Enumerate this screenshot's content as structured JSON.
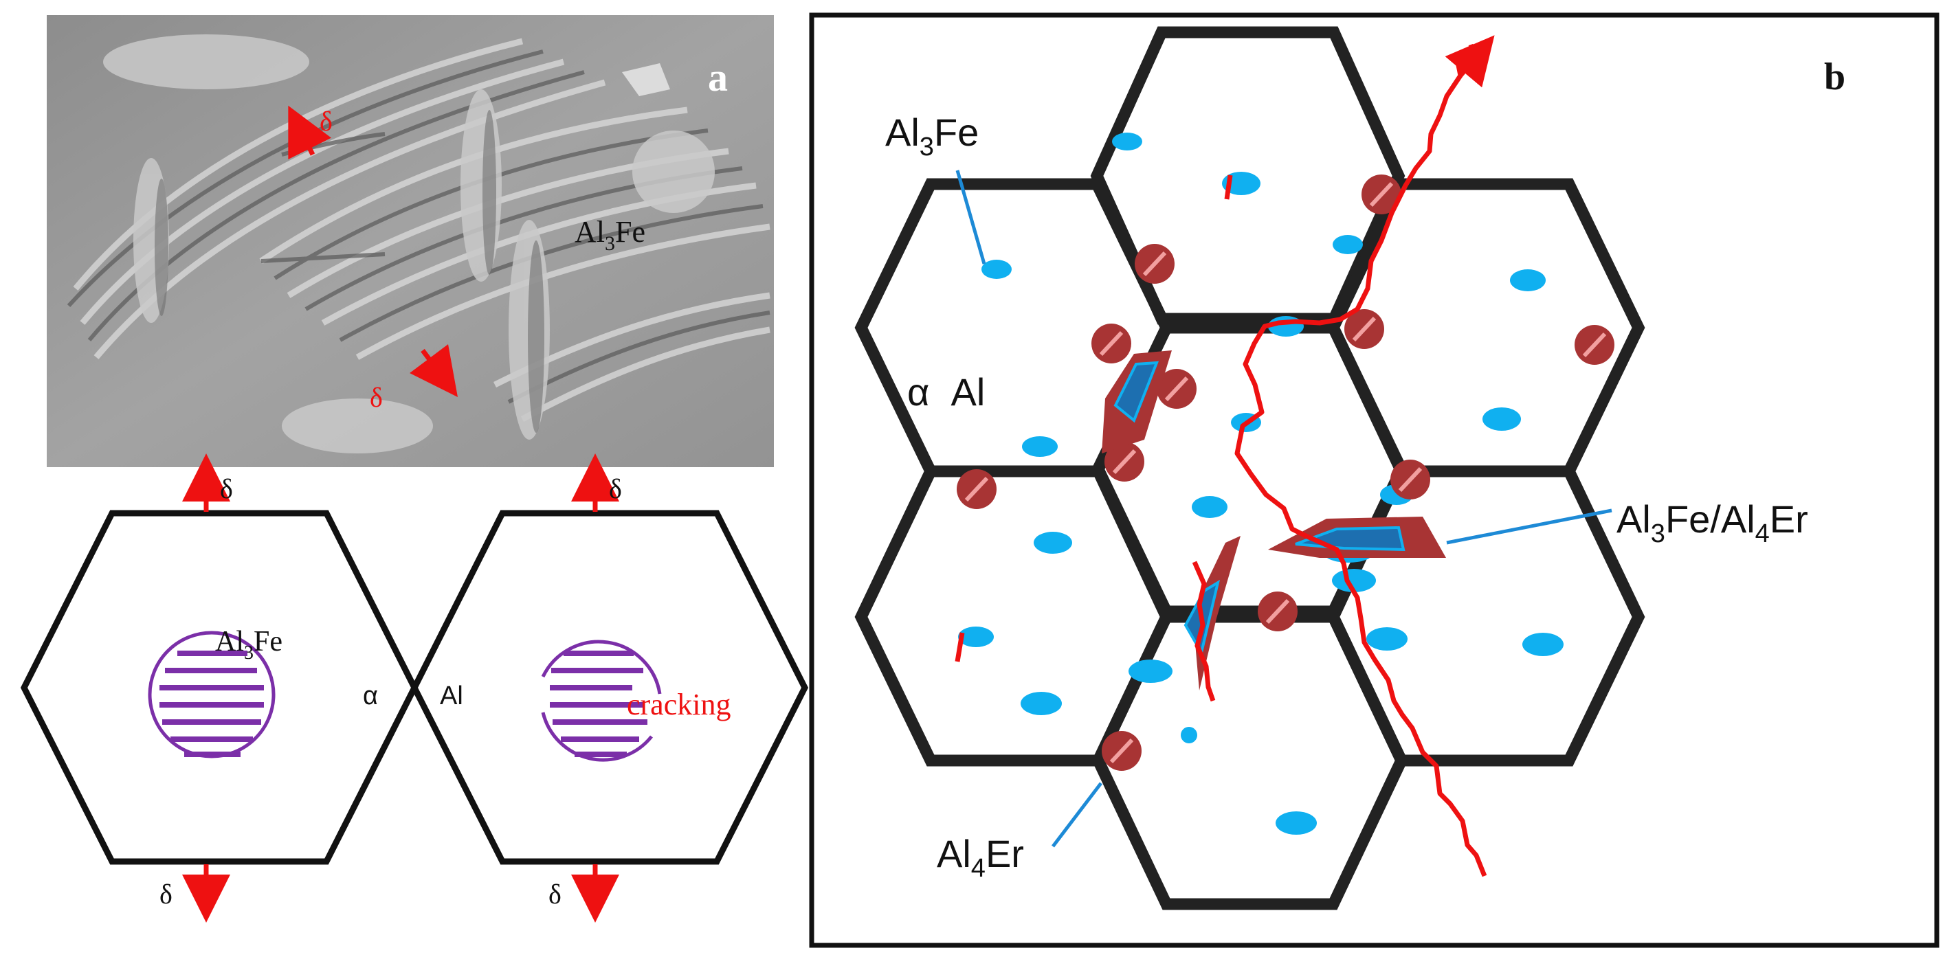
{
  "panel_a": {
    "label": "a",
    "micrograph": {
      "phase_label": "Al",
      "phase_label_sub": "3",
      "phase_label_tail": "Fe",
      "arrow_label_1": "δ",
      "arrow_label_2": "δ"
    },
    "schematic": {
      "top_left_delta": "δ",
      "top_right_delta": "δ",
      "bottom_left_delta": "δ",
      "bottom_right_delta": "δ",
      "particle_label": "Al",
      "particle_label_sub": "3",
      "particle_label_tail": "Fe",
      "alpha": "α",
      "al": "Al",
      "cracking": "cracking"
    }
  },
  "panel_b": {
    "label": "b",
    "al3fe": {
      "main": "Al",
      "sub": "3",
      "tail": "Fe"
    },
    "alpha_al": "α  Al",
    "al4er": {
      "main": "Al",
      "sub": "4",
      "tail": "Er"
    },
    "composite": {
      "a": "Al",
      "a_sub": "3",
      "b": "Fe/Al",
      "b_sub": "4",
      "c": "Er"
    }
  },
  "colors": {
    "crack_red": "#ee1111",
    "particle_blue": "#10b0f0",
    "er_particle": "#a83434",
    "purple": "#7b2fa8",
    "frame": "#111111"
  }
}
